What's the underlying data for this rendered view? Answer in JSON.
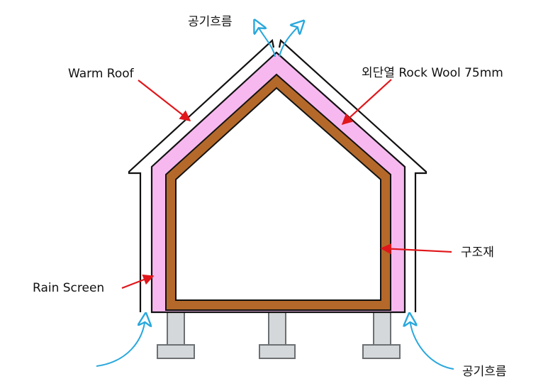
{
  "labels": {
    "airflow_top": "공기흐름",
    "warm_roof": "Warm Roof",
    "insulation": "외단열 Rock Wool 75mm",
    "structure": "구조재",
    "rain_screen": "Rain Screen",
    "airflow_bottom": "공기흐름"
  },
  "colors": {
    "insulation": "#f7b8ef",
    "structure": "#b4692a",
    "arrow_red": "#e0161b",
    "airflow_blue": "#2aa8dc",
    "foundation_fill": "#d4d8da",
    "foundation_stroke": "#6c7072",
    "outline": "#111111"
  }
}
